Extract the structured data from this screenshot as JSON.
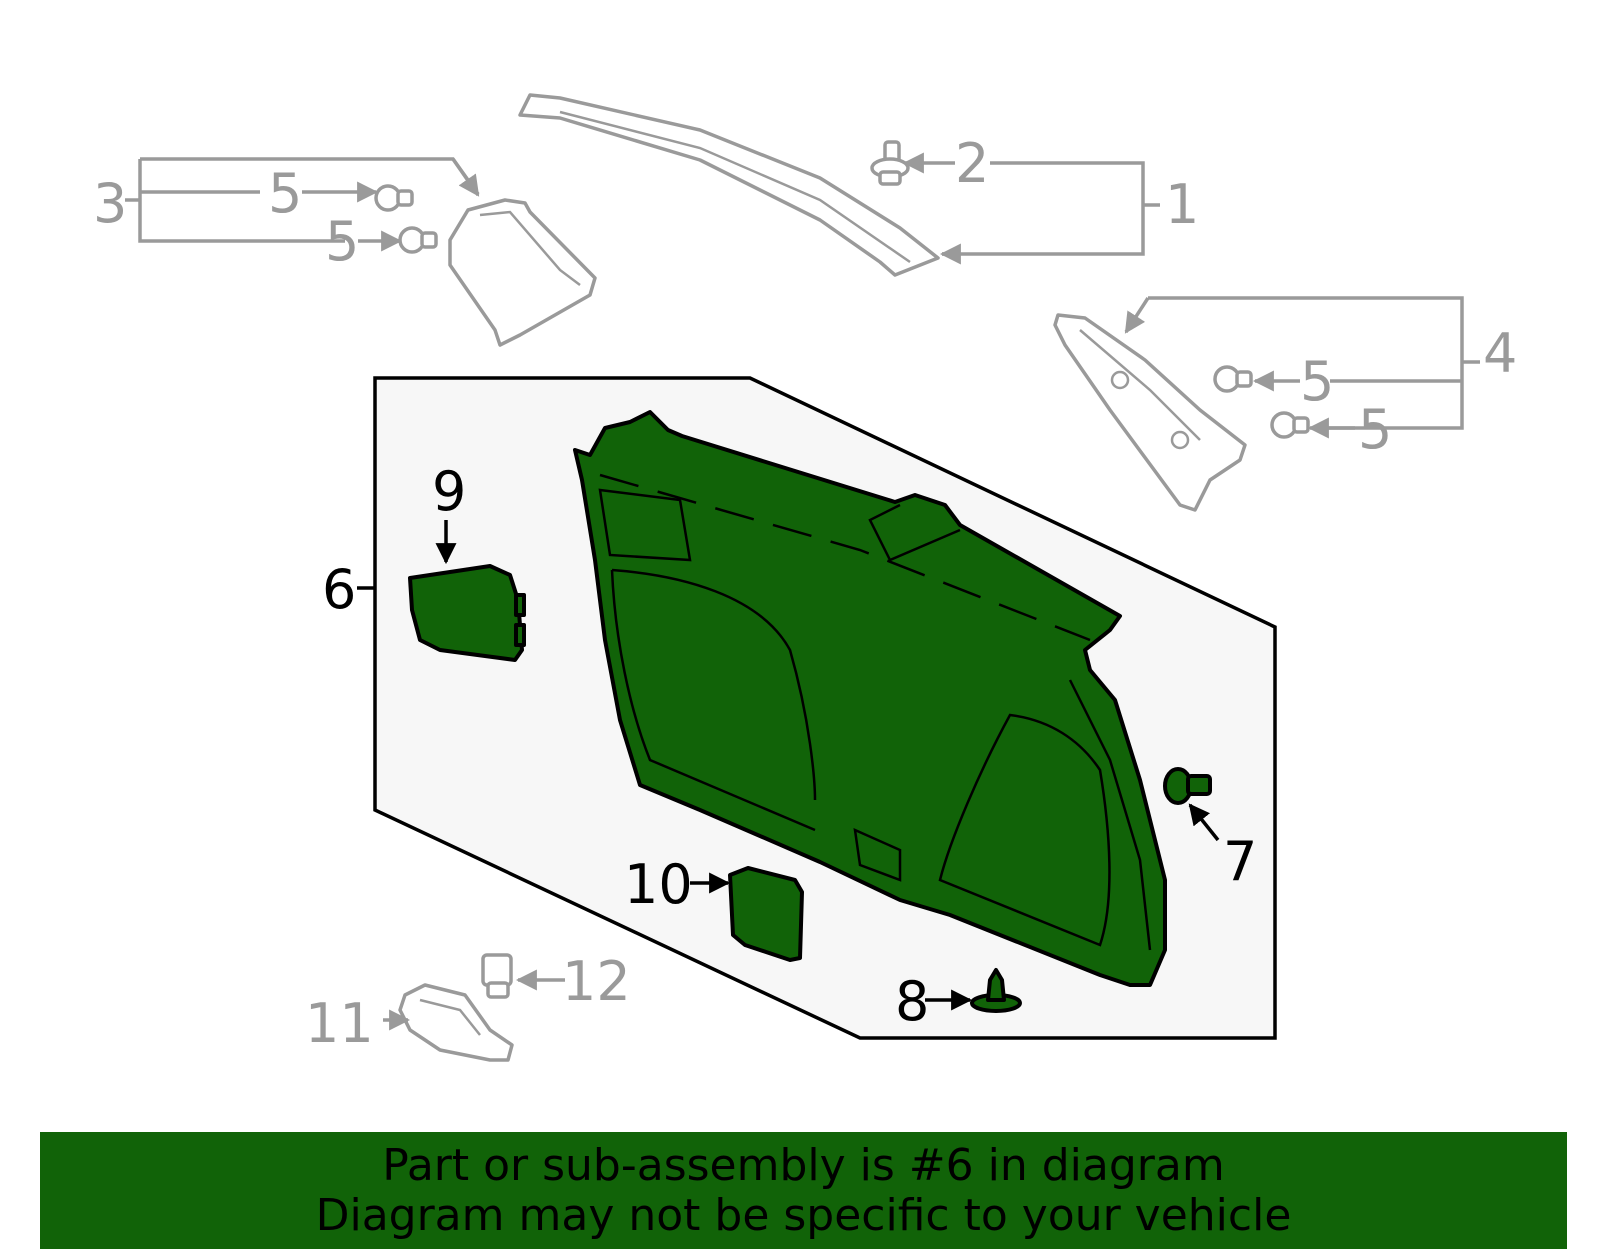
{
  "colors": {
    "highlight": "#116308",
    "secondary_part": "#9a9a9a",
    "panel_background": "#f7f7f7",
    "banner_background": "#116308",
    "banner_text": "#000000"
  },
  "callouts": {
    "c1": "1",
    "c2": "2",
    "c3": "3",
    "c4": "4",
    "c5a": "5",
    "c5b": "5",
    "c5c": "5",
    "c5d": "5",
    "c6": "6",
    "c7": "7",
    "c8": "8",
    "c9": "9",
    "c10": "10",
    "c11": "11",
    "c12": "12"
  },
  "banner": {
    "line1": "Part or sub-assembly is #6 in diagram",
    "line2": "Diagram may not be specific to your vehicle"
  }
}
